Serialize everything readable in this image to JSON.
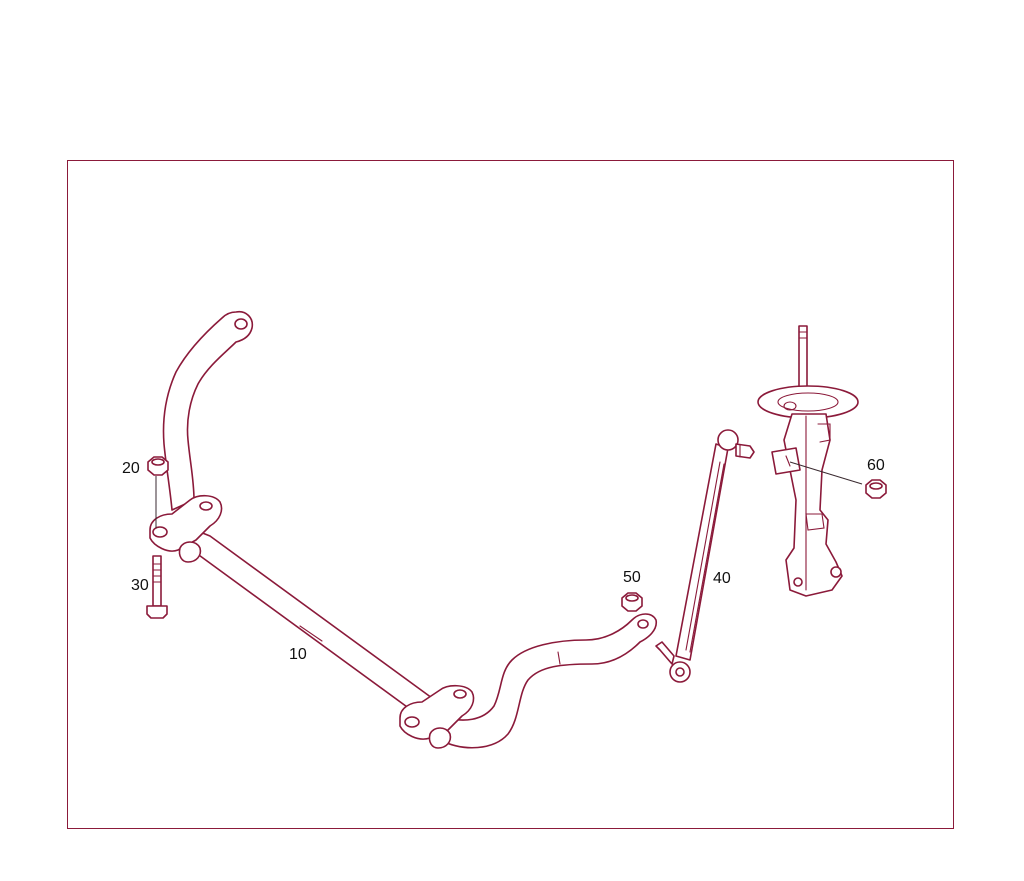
{
  "diagram": {
    "line_color": "#8b1a3a",
    "callouts": [
      {
        "id": "10",
        "label": "10"
      },
      {
        "id": "20",
        "label": "20"
      },
      {
        "id": "30",
        "label": "30"
      },
      {
        "id": "40",
        "label": "40"
      },
      {
        "id": "50",
        "label": "50"
      },
      {
        "id": "60",
        "label": "60"
      }
    ]
  }
}
